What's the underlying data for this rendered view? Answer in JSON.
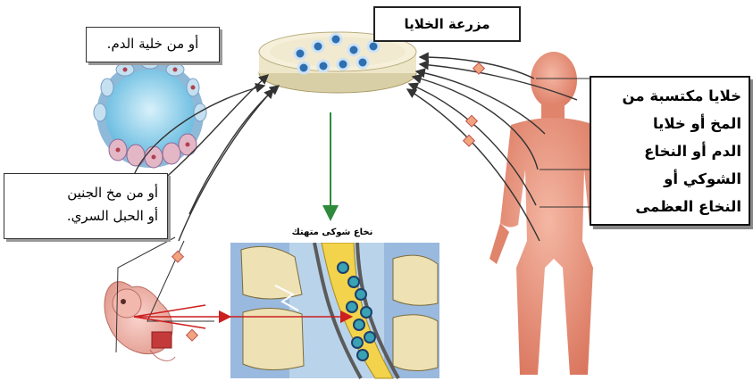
{
  "labels": {
    "cell_culture": "مزرعة الخلايا",
    "blood_cell": "أو من خلية الدم.",
    "fetal_brain_line1": "أو من مخ الجنين",
    "fetal_brain_line2": "أو الحبل السري.",
    "adult_lines": [
      "خلايا مكتسبة من",
      "المخ أو خلايا",
      "الدم أو النخاع",
      "الشوكي أو",
      "النخاع العظمى"
    ],
    "damaged_spinal_cord": "نخاع شوكى متهتك"
  },
  "colors": {
    "arrow_dark": "#333333",
    "arrow_green": "#2e8b3c",
    "arrow_red": "#cc1f1f",
    "body_skin": "#e8927a",
    "stem_cell_blue": "#2f6fb0",
    "marker_diamond": "#e07a5f"
  },
  "icons": {
    "petri_dish": "petri-dish-icon",
    "blastocyst": "blastocyst-icon",
    "embryo": "embryo-icon",
    "human_body": "human-body-icon",
    "spine_section": "spinal-cord-section-icon"
  }
}
